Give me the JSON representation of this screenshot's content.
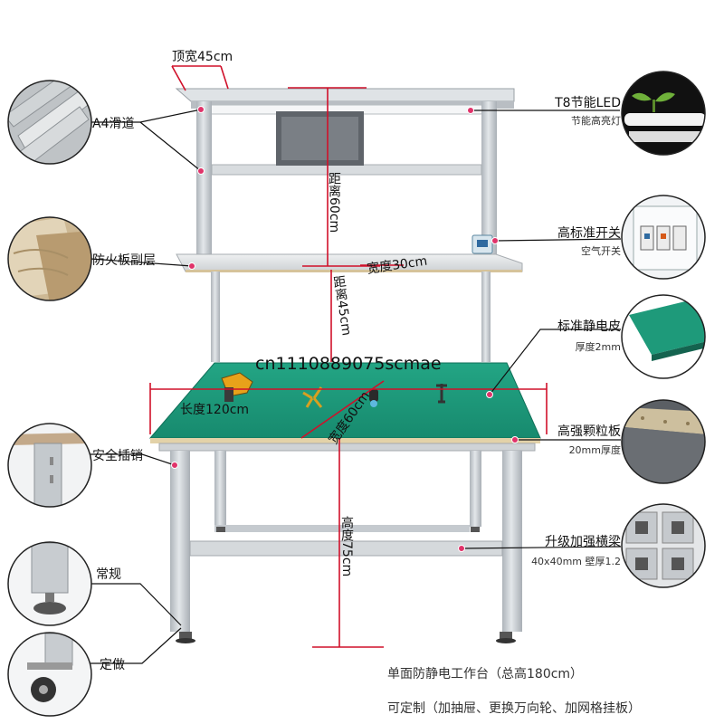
{
  "watermark": "cn1110889075scmae",
  "dimensions": {
    "top_width": "顶宽45cm",
    "distance_60": "距离60cm",
    "width_30": "宽度30cm",
    "distance_45": "距离45cm",
    "length_120": "长度120cm",
    "width_60": "宽度60cm",
    "height_75": "高度75cm"
  },
  "callouts": {
    "a4_slide": "A4滑道",
    "fire_board": "防火板副层",
    "safety_pin": "安全插销",
    "regular_foot": "常规",
    "custom_caster": "定做",
    "t8_led": "T8节能LED",
    "t8_led_sub": "节能高亮灯",
    "switch": "高标准开关",
    "switch_sub": "空气开关",
    "esd_mat": "标准静电皮",
    "esd_mat_sub": "厚度2mm",
    "particle_board": "高强颗粒板",
    "particle_board_sub": "20mm厚度",
    "beam": "升级加强横梁",
    "beam_sub": "40x40mm 壁厚1.2"
  },
  "footer": {
    "line1": "单面防静电工作台（总高180cm）",
    "line2": "可定制（加抽屉、更换万向轮、加网格挂板）"
  },
  "colors": {
    "frame": "#c9ced3",
    "mat_green": "#1f9c7d",
    "dimension_red": "#d0102a",
    "pointer": "#111111",
    "marker": "#e0336a"
  }
}
